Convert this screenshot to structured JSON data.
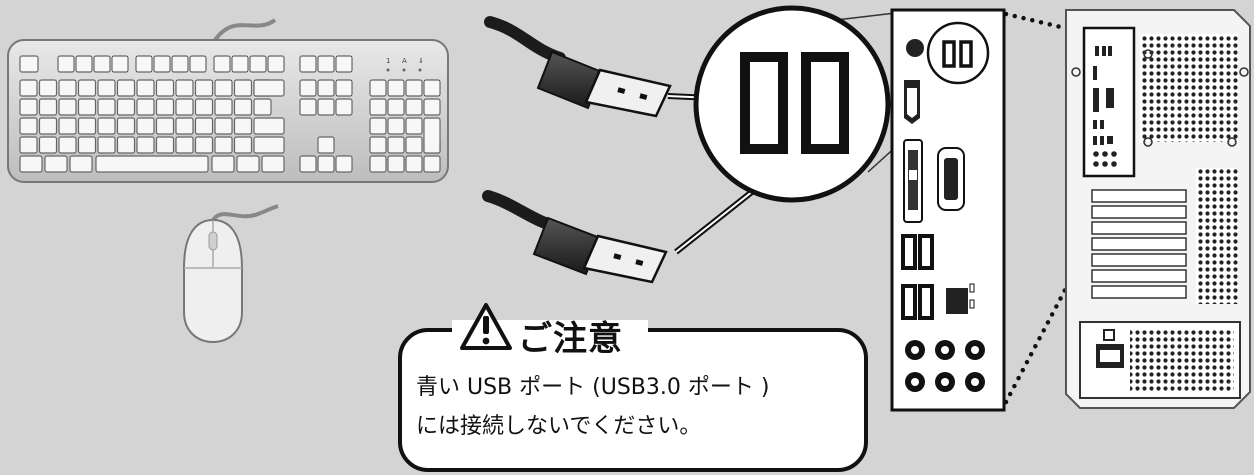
{
  "notice": {
    "title": "ご注意",
    "line1": "青い USB ポート (USB3.0 ポート )",
    "line2": "には接続しないでください。"
  },
  "keyboard": {
    "indicators": [
      "1",
      "A",
      "⇓"
    ]
  },
  "colors": {
    "background": "#d4d4d4",
    "panel": "#ffffff",
    "connector": "#2a2a2a",
    "cable": "#1c1c1c",
    "outline": "#111111"
  },
  "icons": {
    "warning": "warning-icon",
    "keyboard": "keyboard-icon",
    "mouse": "mouse-icon",
    "usb_plug": "usb-plug-icon",
    "pc_tower": "pc-tower-icon"
  }
}
